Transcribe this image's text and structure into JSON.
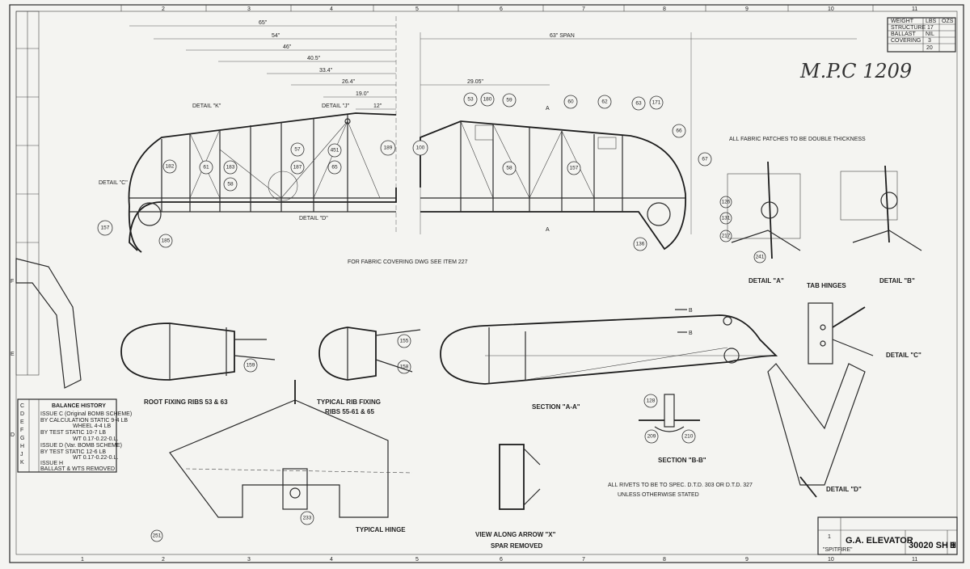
{
  "border": {
    "top_numbers": [
      "2",
      "3",
      "4",
      "5",
      "6",
      "7",
      "8",
      "9",
      "10",
      "11"
    ],
    "bottom_numbers": [
      "1",
      "2",
      "3",
      "4",
      "5",
      "6",
      "7",
      "8",
      "9",
      "10",
      "11"
    ],
    "left_letters": [
      "F",
      "E",
      "D"
    ]
  },
  "handwritten_note": "M.P.C 1209",
  "weight_table": {
    "headers": [
      "WEIGHT",
      "LBS",
      "OZS"
    ],
    "rows": [
      [
        "STRUCTURE",
        "17",
        ""
      ],
      [
        "BALLAST",
        "NIL",
        ""
      ],
      [
        "COVERING",
        "3",
        ""
      ],
      [
        "",
        "20",
        ""
      ]
    ]
  },
  "dimensions": {
    "d1": "65\"",
    "d2": "54\"",
    "d3": "46\"",
    "d4": "40.5\"",
    "d5": "33.4\"",
    "d6": "26.4\"",
    "d7": "19.0\"",
    "d8": "12\"",
    "d9": "29.05\"",
    "d10": "63\" SPAN"
  },
  "labels": {
    "detail_k": "DETAIL \"K\"",
    "detail_j": "DETAIL \"J\"",
    "detail_c_top": "DETAIL \"C\"",
    "detail_d_top": "DETAIL \"D\"",
    "all_fabric": "ALL FABRIC PATCHES TO BE DOUBLE THICKNESS",
    "covering_note": "FOR FABRIC COVERING DWG SEE ITEM 227",
    "detail_a": "DETAIL \"A\"",
    "tab_hinges": "TAB HINGES",
    "detail_b": "DETAIL \"B\"",
    "detail_c": "DETAIL \"C\"",
    "detail_d": "DETAIL \"D\"",
    "root_fixing": "ROOT FIXING RIBS 53 & 63",
    "typical_rib_1": "TYPICAL RIB FIXING",
    "typical_rib_2": "RIBS 55-61 & 65",
    "section_aa": "SECTION \"A-A\"",
    "section_bb": "SECTION \"B-B\"",
    "all_rivets": "ALL RIVETS TO BE TO SPEC. D.T.D. 303 OR D.T.D. 327",
    "unless": "UNLESS OTHERWISE STATED",
    "typical_hinge": "TYPICAL HINGE",
    "view_along_1": "VIEW ALONG ARROW \"X\"",
    "view_along_2": "SPAR REMOVED",
    "marker_a": "A",
    "marker_b": "B"
  },
  "balance_history": {
    "title": "BALANCE HISTORY",
    "lines": [
      "ISSUE C (Original BOMB SCHEME)",
      "BY CALCULATION  STATIC 9-4 LB",
      "WHEEL 4-4 LB",
      "BY TEST  STATIC 10-7 LB",
      "WT 0.17-0.22-0.L.",
      "ISSUE D (Var. BOMB SCHEME)",
      "BY TEST  STATIC 12-6 LB",
      "WT 0.17-0.22-0.L.",
      "ISSUE H",
      "BALLAST & WTS REMOVED"
    ],
    "issue_col": [
      "C",
      "D",
      "E",
      "F",
      "G",
      "H",
      "J",
      "K"
    ]
  },
  "title_block": {
    "part_no": "1",
    "title": "G.A. ELEVATOR",
    "drawing_no": "30020 SH 1",
    "issue": "H",
    "project": "\"SPITFIRE\""
  },
  "callouts": [
    "157",
    "185",
    "183",
    "58",
    "61",
    "182",
    "57",
    "187",
    "65",
    "451",
    "189",
    "100",
    "58",
    "157",
    "53",
    "180",
    "59",
    "60",
    "62",
    "63",
    "171",
    "66",
    "67",
    "136",
    "126",
    "131",
    "217",
    "241",
    "155",
    "158",
    "159",
    "128",
    "209",
    "210",
    "233",
    "251"
  ]
}
